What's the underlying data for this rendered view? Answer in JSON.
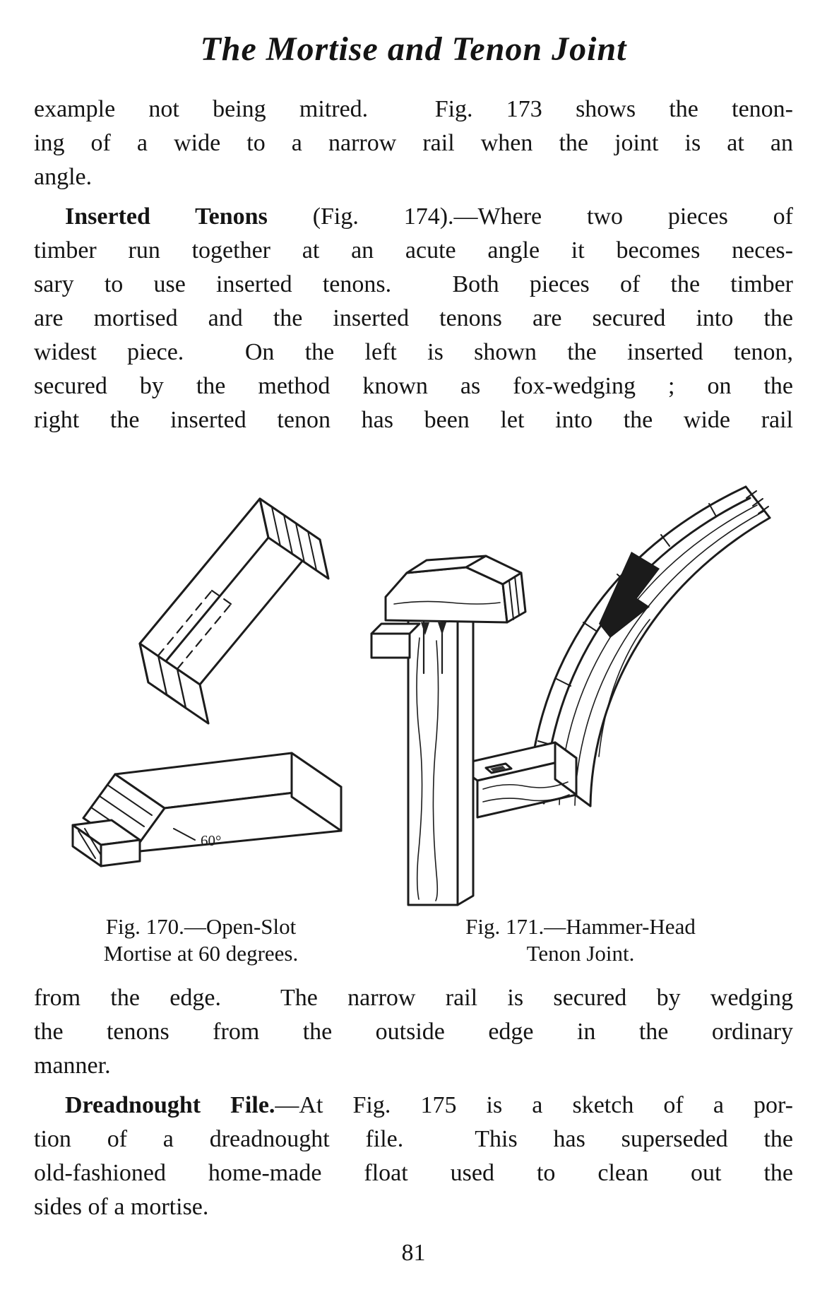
{
  "page": {
    "title": "The Mortise and Tenon Joint",
    "page_number": "81",
    "paragraph_1": {
      "lines": [
        "example not being mitred.  Fig. 173 shows the tenon-",
        "ing of a wide to a narrow rail when the joint is at an",
        "angle."
      ]
    },
    "paragraph_2": {
      "lead": "Inserted Tenons",
      "lines": [
        " (Fig. 174).—Where two pieces of",
        "timber run together at an acute angle it becomes neces-",
        "sary to use inserted tenons.  Both pieces of the timber",
        "are mortised and the inserted tenons are secured into the",
        "widest piece.  On the left is shown the inserted tenon,",
        "secured by the method known as fox-wedging ; on the",
        "right the inserted tenon has been let into the wide rail"
      ]
    },
    "figures": {
      "fig170": {
        "caption_line1": "Fig. 170.—Open-Slot",
        "caption_line2": "Mortise at 60 degrees.",
        "angle_label": "60°"
      },
      "fig171": {
        "caption_line1": "Fig. 171.—Hammer-Head",
        "caption_line2": "Tenon Joint."
      }
    },
    "paragraph_3": {
      "lines": [
        "from the edge.  The narrow rail is secured by wedging",
        "the tenons from the outside edge in the ordinary",
        "manner."
      ]
    },
    "paragraph_4": {
      "lead": "Dreadnought File.",
      "lines": [
        "—At Fig. 175 is a sketch of a por-",
        "tion of a dreadnought file.  This has superseded the",
        "old-fashioned home-made float used to clean out the",
        "sides of a mortise."
      ]
    }
  }
}
